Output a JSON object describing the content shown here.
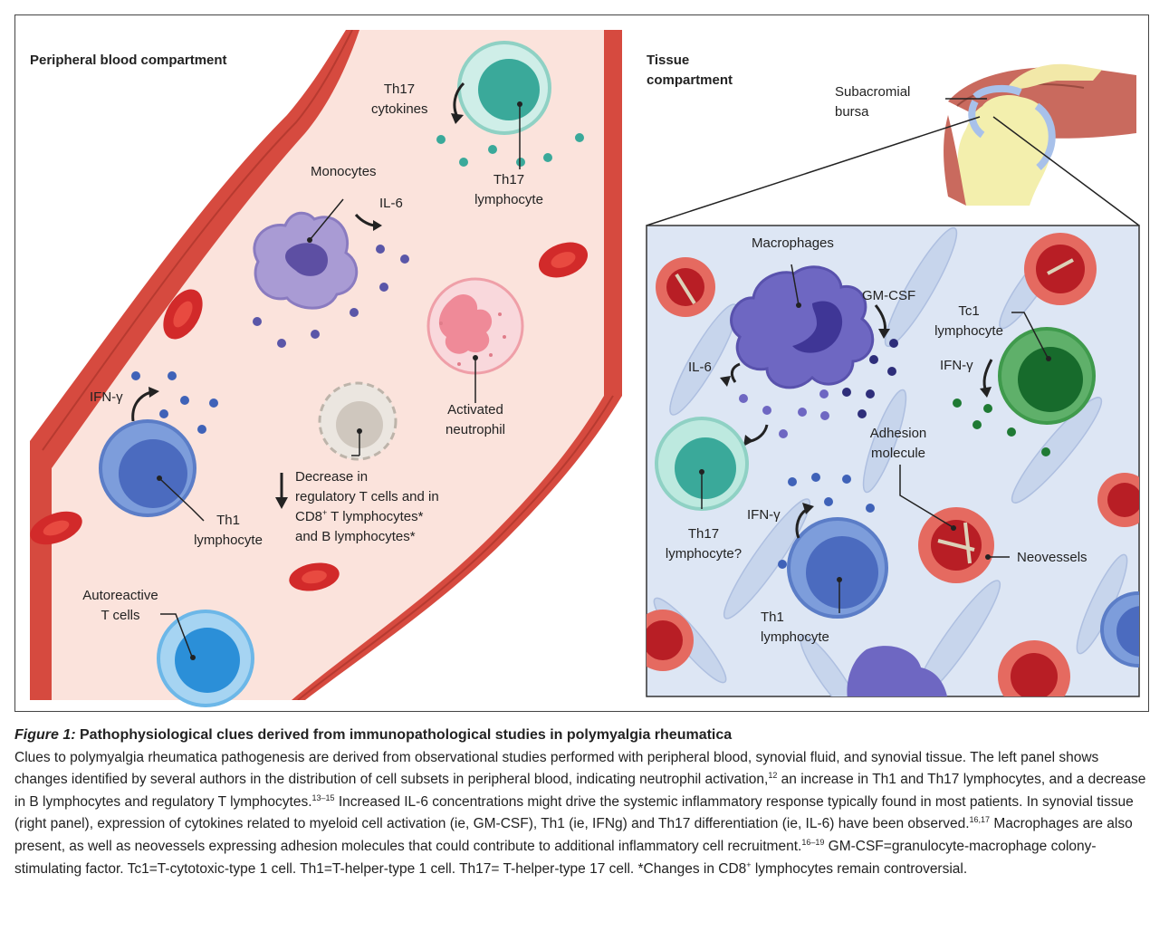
{
  "left_panel": {
    "title": "Peripheral blood compartment",
    "labels": {
      "th17_cytokines_1": "Th17",
      "th17_cytokines_2": "cytokines",
      "th17_lymph_1": "Th17",
      "th17_lymph_2": "lymphocyte",
      "monocytes": "Monocytes",
      "il6": "IL-6",
      "ifn": "IFN-γ",
      "activated_1": "Activated",
      "activated_2": "neutrophil",
      "decrease_1": "Decrease in",
      "decrease_2": "regulatory T cells and in",
      "decrease_3a": "CD8",
      "decrease_3sup": "+",
      "decrease_3b": " T lymphocytes*",
      "decrease_4": "and B lymphocytes*",
      "th1_1": "Th1",
      "th1_2": "lymphocyte",
      "auto_1": "Autoreactive",
      "auto_2": "T cells"
    }
  },
  "right_panel": {
    "title_1": "Tissue",
    "title_2": "compartment",
    "labels": {
      "bursa_1": "Subacromial",
      "bursa_2": "bursa",
      "macrophages": "Macrophages",
      "gmcsf": "GM-CSF",
      "tc1_1": "Tc1",
      "tc1_2": "lymphocyte",
      "ifn_tc1": "IFN-γ",
      "il6": "IL-6",
      "adhesion_1": "Adhesion",
      "adhesion_2": "molecule",
      "th17q_1": "Th17",
      "th17q_2": "lymphocyte?",
      "ifn_th1": "IFN-γ",
      "neovessels": "Neovessels",
      "th1_1": "Th1",
      "th1_2": "lymphocyte"
    }
  },
  "caption": {
    "fig_label": "Figure 1:",
    "title": " Pathophysiological clues derived from immunopathological studies in polymyalgia rheumatica",
    "s1": "Clues to polymyalgia rheumatica pathogenesis are derived from observational studies performed with peripheral blood, synovial fluid, and synovial tissue. The left panel shows changes identified by several authors in the distribution of cell subsets in peripheral blood, indicating neutrophil activation,",
    "r1": "12",
    "s2": " an increase in Th1 and Th17 lymphocytes, and a decrease in B lymphocytes and regulatory T lymphocytes.",
    "r2": "13–15",
    "s3": " Increased IL-6 concentrations might drive the systemic inflammatory response typically found in most patients. In synovial tissue (right panel), expression of cytokines related to myeloid cell activation (ie, GM-CSF), Th1 (ie, IFNg) and Th17 differentiation (ie, IL-6) have been observed.",
    "r3": "16,17",
    "s4": " Macrophages are also present, as well as neovessels expressing adhesion molecules that could contribute to additional inflammatory cell recruitment.",
    "r4": "16–19",
    "s5": " GM-CSF=granulocyte-macrophage colony-stimulating factor. Tc1=T-cytotoxic-type 1 cell. Th1=T-helper-type 1 cell. Th17= T-helper-type 17 cell. *Changes in CD8",
    "s5sup": "+",
    "s6": " lymphocytes remain controversial."
  }
}
